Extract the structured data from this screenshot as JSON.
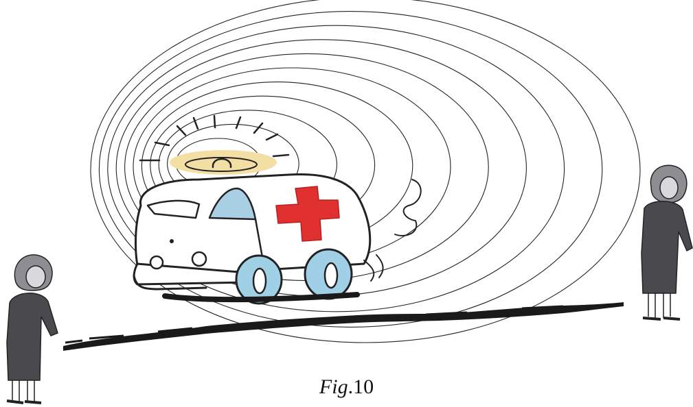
{
  "figure": {
    "caption_prefix": "Fig",
    "caption_suffix": ".10"
  },
  "scene": {
    "vehicle": "ambulance",
    "vehicle_symbol": "red-cross",
    "sound_wave_count": 11,
    "observers": [
      "woman-left",
      "woman-right"
    ]
  },
  "colors": {
    "cross": "#e03030",
    "wheel": "#9fd0e6",
    "windshield": "#a9cfe5",
    "siren_glow": "#f3dfa4",
    "clothing": "#4a4a4e",
    "hair": "#8e8e92",
    "road": "#1a1a1a",
    "line": "#222222"
  }
}
